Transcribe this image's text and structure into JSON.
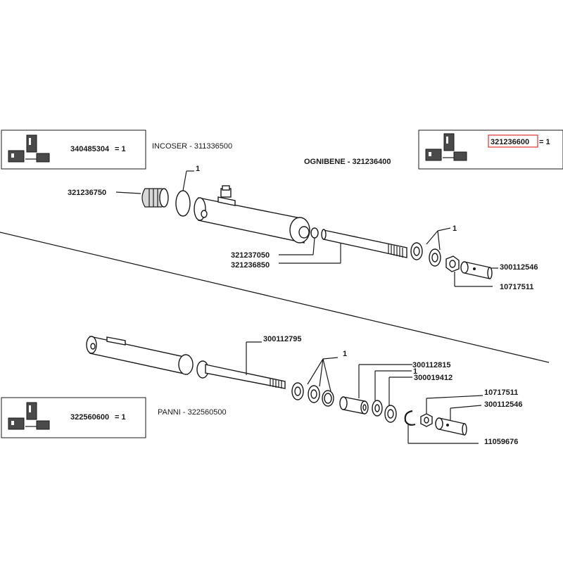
{
  "kits": {
    "kit_a": {
      "code": "340485304",
      "qty": "= 1"
    },
    "kit_b": {
      "code": "321236600",
      "qty": "= 1"
    },
    "kit_c": {
      "code": "322560600",
      "qty": "= 1"
    }
  },
  "headers": {
    "incoser": "INCOSER - 311336500",
    "ognibene": "OGNIBENE - 321236400",
    "panni": "PANNI - 322560500"
  },
  "upper_labels": {
    "cap": "321236750",
    "oring_qty": "1",
    "ring": "321237050",
    "rod": "321236850",
    "seals_qty": "1",
    "bushing": "300112546",
    "nut": "10717511"
  },
  "lower_labels": {
    "rod": "300112795",
    "seals_qty": "1",
    "piston": "300112815",
    "washer_qty": "1",
    "washer": "300019412",
    "nut": "10717511",
    "bushing": "300112546",
    "circlip": "11059676"
  },
  "colors": {
    "highlight": "#e03030",
    "ink": "#1a1a1a"
  }
}
